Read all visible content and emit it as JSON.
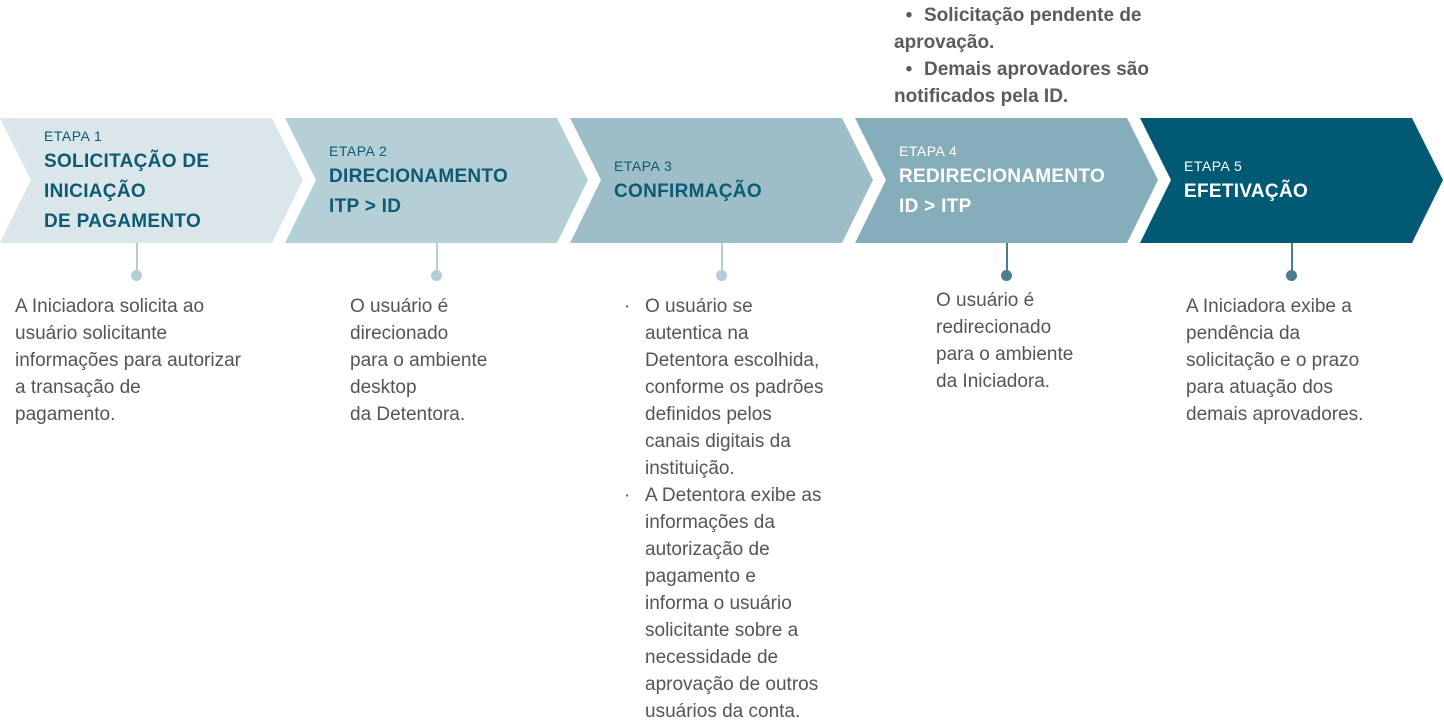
{
  "note": {
    "items": [
      "Solicitação pendente de aprovação.",
      "Demais aprovadores são notificados pela ID."
    ]
  },
  "colors": {
    "step1": "#dae6ea",
    "step2": "#b5cfd7",
    "step3": "#9dbec8",
    "step4": "#85adba",
    "step5": "#005a73",
    "dot_light": "#b5cdd5",
    "dot_dark": "#4a7d8e",
    "text_dark": "#0c5a73"
  },
  "steps": [
    {
      "label": "ETAPA 1",
      "title": [
        "SOLICITAÇÃO DE",
        "INICIAÇÃO",
        "DE PAGAMENTO"
      ],
      "desc": [
        "A Iniciadora solicita ao",
        "usuário solicitante",
        "informações para autorizar",
        "a transação  de",
        "pagamento."
      ]
    },
    {
      "label": "ETAPA 2",
      "title": [
        "DIRECIONAMENTO",
        "ITP > ID"
      ],
      "desc": [
        "O usuário é",
        "direcionado",
        "para o ambiente",
        "desktop",
        "da Detentora."
      ]
    },
    {
      "label": "ETAPA 3",
      "title": [
        "CONFIRMAÇÃO"
      ],
      "bullets": [
        [
          "O usuário se",
          "autentica na",
          "Detentora escolhida,",
          "conforme os padrões",
          "definidos pelos",
          "canais digitais da",
          "instituição."
        ],
        [
          "A Detentora exibe as",
          "informações da",
          "autorização de",
          "pagamento e",
          "informa o usuário",
          "solicitante sobre a",
          "necessidade de",
          "aprovação de outros",
          "usuários da conta."
        ]
      ]
    },
    {
      "label": "ETAPA 4",
      "title": [
        "REDIRECIONAMENTO",
        "ID > ITP"
      ],
      "desc": [
        "O usuário é",
        "redirecionado",
        "para o ambiente",
        "da Iniciadora."
      ]
    },
    {
      "label": "ETAPA 5",
      "title": [
        "EFETIVAÇÃO"
      ],
      "desc": [
        "A Iniciadora exibe a",
        "pendência da",
        "solicitação e o prazo",
        "para atuação dos",
        "demais aprovadores."
      ]
    }
  ]
}
